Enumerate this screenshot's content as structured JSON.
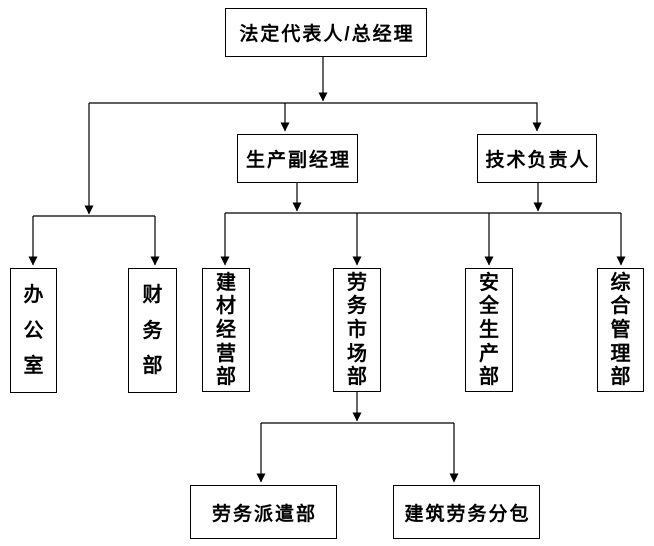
{
  "diagram": {
    "type": "org-chart",
    "background_color": "#ffffff",
    "line_color": "#000000",
    "text_color": "#000000",
    "nodes": {
      "general_manager": {
        "label": "法定代表人/总经理",
        "level": 1,
        "text_orientation": "horizontal"
      },
      "production_deputy_manager": {
        "label": "生产副经理",
        "level": 2,
        "text_orientation": "horizontal"
      },
      "technical_leader": {
        "label": "技术负责人",
        "level": 2,
        "text_orientation": "horizontal"
      },
      "office": {
        "label": "办公室",
        "level": 3,
        "text_orientation": "vertical"
      },
      "finance_dept": {
        "label": "财务部",
        "level": 3,
        "text_orientation": "vertical"
      },
      "building_materials_dept": {
        "label": "建材经营部",
        "level": 3,
        "text_orientation": "vertical"
      },
      "labor_market_dept": {
        "label": "劳务市场部",
        "level": 3,
        "text_orientation": "vertical"
      },
      "safety_production_dept": {
        "label": "安全生产部",
        "level": 3,
        "text_orientation": "vertical"
      },
      "general_admin_dept": {
        "label": "综合管理部",
        "level": 3,
        "text_orientation": "vertical"
      },
      "labor_dispatch_dept": {
        "label": "劳务派遣部",
        "level": 4,
        "text_orientation": "horizontal"
      },
      "construction_labor_subcontract": {
        "label": "建筑劳务分包",
        "level": 4,
        "text_orientation": "horizontal"
      }
    },
    "edges": [
      {
        "from": "general_manager",
        "to": "office"
      },
      {
        "from": "general_manager",
        "to": "finance_dept"
      },
      {
        "from": "general_manager",
        "to": "production_deputy_manager"
      },
      {
        "from": "general_manager",
        "to": "technical_leader"
      },
      {
        "from": "production_deputy_manager",
        "to": "building_materials_dept"
      },
      {
        "from": "production_deputy_manager",
        "to": "labor_market_dept"
      },
      {
        "from": "production_deputy_manager",
        "to": "safety_production_dept"
      },
      {
        "from": "production_deputy_manager",
        "to": "general_admin_dept"
      },
      {
        "from": "technical_leader",
        "to": "building_materials_dept"
      },
      {
        "from": "technical_leader",
        "to": "labor_market_dept"
      },
      {
        "from": "technical_leader",
        "to": "safety_production_dept"
      },
      {
        "from": "technical_leader",
        "to": "general_admin_dept"
      },
      {
        "from": "labor_market_dept",
        "to": "labor_dispatch_dept"
      },
      {
        "from": "labor_market_dept",
        "to": "construction_labor_subcontract"
      }
    ]
  }
}
